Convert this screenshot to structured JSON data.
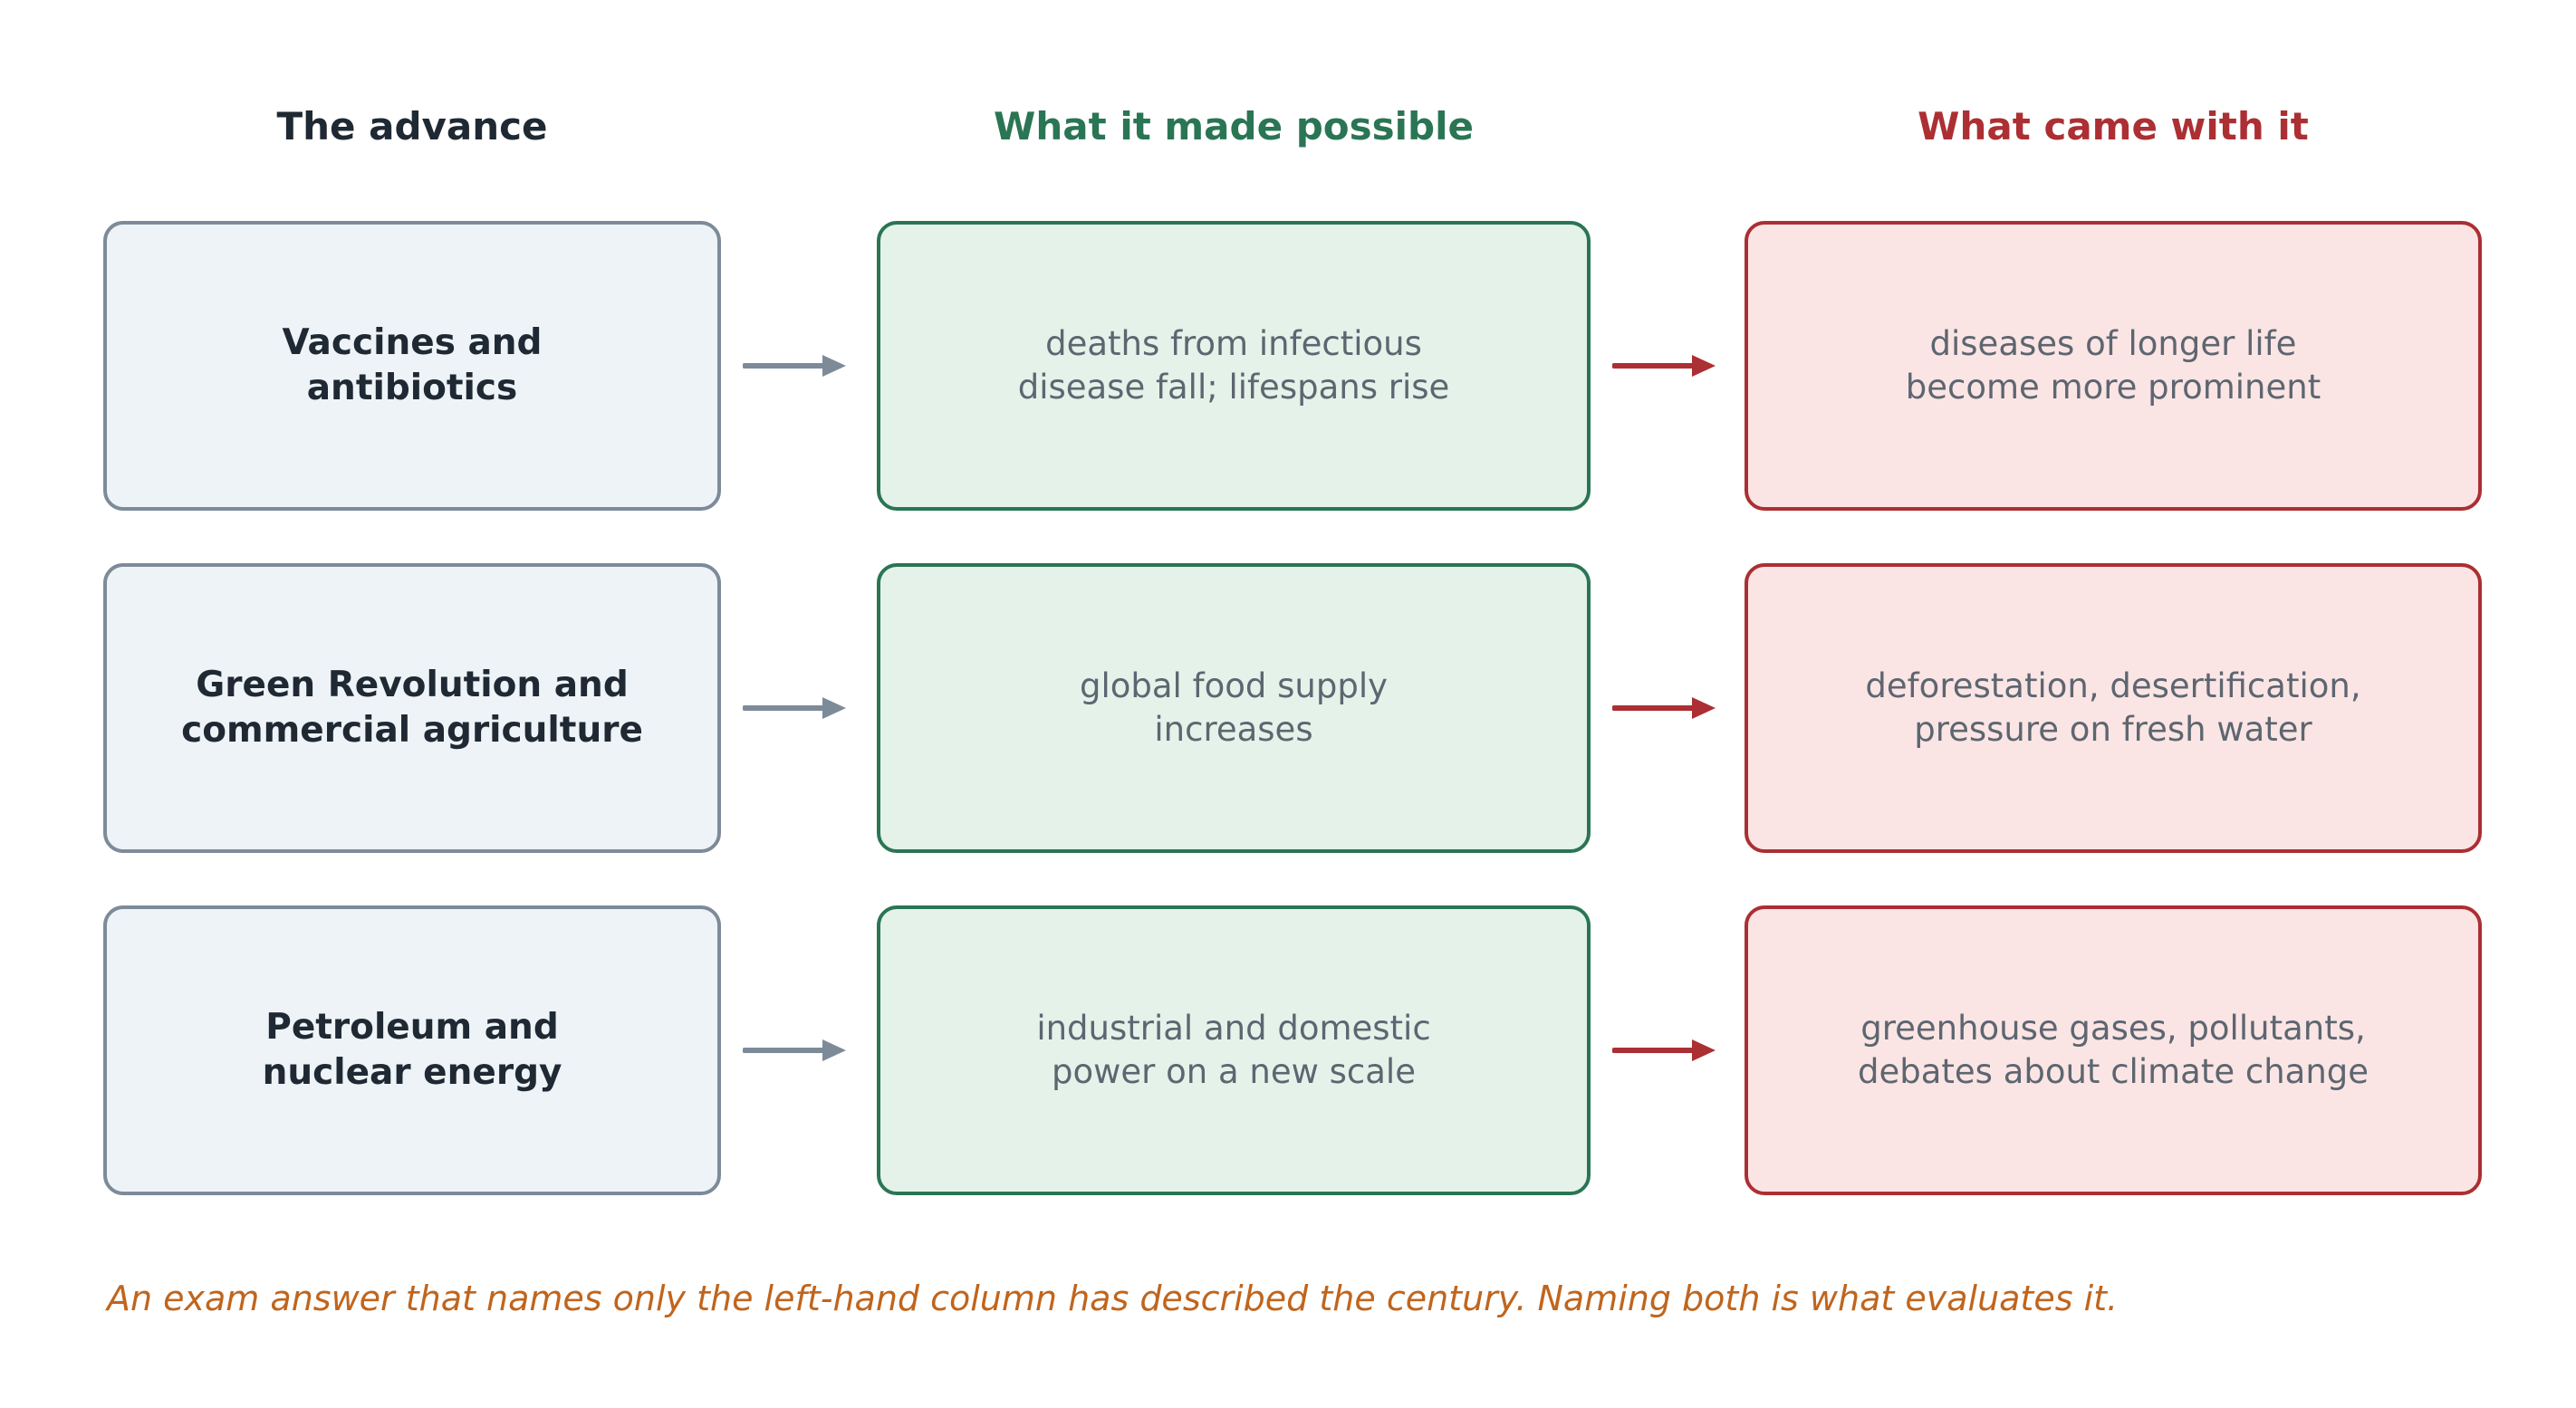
{
  "columns": {
    "advance": {
      "label": "The advance",
      "color": "#1f2933"
    },
    "possible": {
      "label": "What it made possible",
      "color": "#2a7554"
    },
    "came": {
      "label": "What came with it",
      "color": "#ab2f33"
    }
  },
  "rows": [
    {
      "advance": "Vaccines and\nantibiotics",
      "possible": "deaths from infectious\ndisease fall; lifespans rise",
      "came": "diseases of longer life\nbecome more prominent"
    },
    {
      "advance": "Green Revolution and\ncommercial agriculture",
      "possible": "global food supply\nincreases",
      "came": "deforestation, desertification,\npressure on fresh water"
    },
    {
      "advance": "Petroleum and\nnuclear energy",
      "possible": "industrial and domestic\npower on a new scale",
      "came": "greenhouse gases, pollutants,\ndebates about climate change"
    }
  ],
  "footer": {
    "text": "An exam answer that names only the left-hand column has described the century. Naming both is what evaluates it.",
    "color": "#c0651d"
  },
  "colors": {
    "advance_fill": "#eef3f7",
    "advance_border": "#7d8b99",
    "possible_fill": "#e4f2ea",
    "possible_border": "#2a7554",
    "came_fill": "#fbe5e4",
    "came_border": "#ab2f33",
    "arrow_gray": "#7d8b99",
    "arrow_red": "#ab2f33"
  }
}
